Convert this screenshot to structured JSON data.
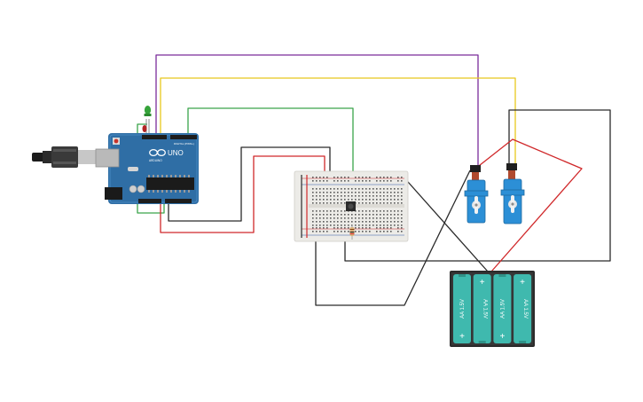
{
  "arduino": {
    "brand": "UNO",
    "logo_text": "ARDUINO",
    "digital_label": "DIGITAL (PWM~)",
    "power_label": "POWER",
    "analog_label": "ANALOG IN"
  },
  "battery": {
    "cells": [
      {
        "label": "AA 1.5V",
        "plus": "+"
      },
      {
        "label": "AA 1.5V",
        "plus": "+"
      },
      {
        "label": "AA 1.5V",
        "plus": "+"
      },
      {
        "label": "AA 1.5V",
        "plus": "+"
      }
    ]
  },
  "colors": {
    "wire_purple": "#7b2c9b",
    "wire_yellow": "#e8c81e",
    "wire_green": "#3aa54a",
    "wire_black": "#2a2a2a",
    "wire_red": "#d0282a",
    "arduino_blue": "#2f6ea5",
    "servo_blue": "#2c8fd6",
    "battery_teal": "#3fb9ae",
    "battery_case": "#2b2b2b",
    "breadboard": "#ecebe7"
  },
  "icons": {
    "usb_cable": "usb-cable-icon",
    "led": "led-icon",
    "pushbutton": "pushbutton-icon",
    "resistor": "resistor-icon"
  }
}
